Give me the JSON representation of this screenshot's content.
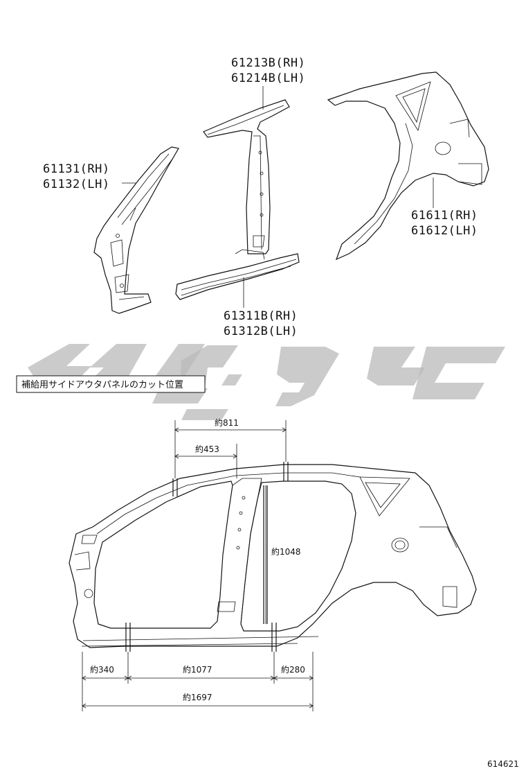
{
  "parts": [
    {
      "lines": [
        "61131(RH)",
        "61132(LH)"
      ]
    },
    {
      "lines": [
        "61213B(RH)",
        "61214B(LH)"
      ]
    },
    {
      "lines": [
        "61311B(RH)",
        "61312B(LH)"
      ]
    },
    {
      "lines": [
        "61611(RH)",
        "61612(LH)"
      ]
    }
  ],
  "caption": "補給用サイドアウタパネルのカット位置",
  "dimensions": {
    "top_811": "約811",
    "top_453": "約453",
    "height_1048": "約1048",
    "bottom_340": "約340",
    "bottom_1077": "約1077",
    "bottom_280": "約280",
    "total_1697": "約1697"
  },
  "figure_id": "614621",
  "colors": {
    "line": "#111111",
    "watermark": "#b9b9b9"
  }
}
